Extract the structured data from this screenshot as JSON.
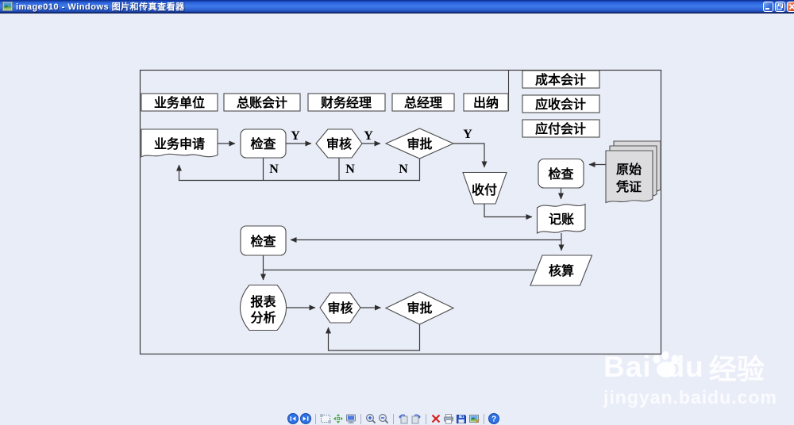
{
  "titlebar": {
    "title": "image010 - Windows 图片和传真查看器",
    "icons": [
      "picture-file-icon",
      "minimize-icon",
      "restore-icon",
      "close-icon"
    ]
  },
  "flowchart": {
    "header_roles": [
      "业务单位",
      "总账会计",
      "财务经理",
      "总经理",
      "出纳"
    ],
    "side_roles": [
      "成本会计",
      "应收会计",
      "应付会计"
    ],
    "nodes": {
      "business_request": "业务申请",
      "check1": "检查",
      "review1": "审核",
      "approve1": "审批",
      "pay_receive": "收付",
      "check2": "检查",
      "voucher_line1": "原始",
      "voucher_line2": "凭证",
      "bookkeeping": "记账",
      "accounting": "核算",
      "check3": "检查",
      "report_line1": "报表",
      "report_line2": "分析",
      "review2": "审核",
      "approve2": "审批"
    },
    "labels": {
      "yes": "Y",
      "no": "N"
    }
  },
  "watermark": {
    "brand_prefix": "Bai",
    "brand_suffix": "du",
    "brand_product": "经验",
    "site_url": "jingyan.baidu.com"
  },
  "toolbar": {
    "help_glyph": "?",
    "items": [
      "previous-image",
      "next-image",
      "best-fit",
      "actual-size",
      "start-slideshow",
      "zoom-in",
      "zoom-out",
      "rotate-counterclockwise",
      "rotate-clockwise",
      "delete",
      "print",
      "save",
      "edit",
      "help"
    ]
  }
}
